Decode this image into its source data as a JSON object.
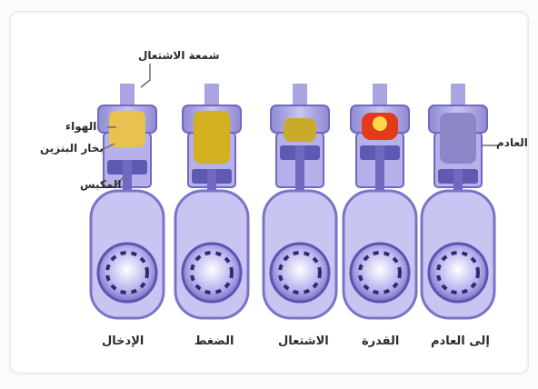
{
  "diagram": {
    "labels": {
      "spark_plug": "شمعة الاشتعال",
      "air": "الهواء",
      "fuel_vapor": "بخار البنزين",
      "piston": "المكبس",
      "exhaust": "العادم"
    },
    "strokes": [
      {
        "name": "الإدخال",
        "charge_color": "#e7c24f"
      },
      {
        "name": "الضغط",
        "charge_color": "#d2b01f"
      },
      {
        "name": "الاشتعال",
        "charge_color": "#c8ab2a"
      },
      {
        "name": "القدرة",
        "charge_color": "#e33b1a"
      },
      {
        "name": "إلى العادم",
        "charge_color": "#8b86c8"
      }
    ],
    "colors": {
      "engine_body": "#b9b5e6",
      "engine_dark": "#6c67b8",
      "crank": "#9d97de"
    }
  }
}
